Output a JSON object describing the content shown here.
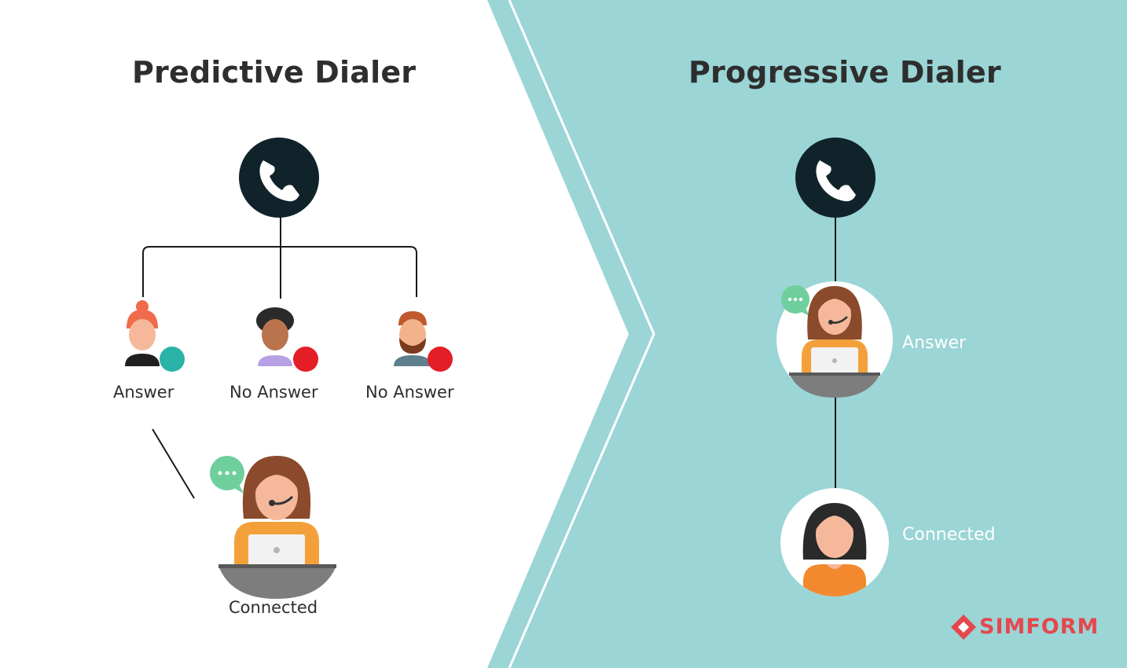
{
  "predictive": {
    "title": "Predictive Dialer",
    "contacts": [
      {
        "label": "Answer",
        "status_color": "#2ab3a6"
      },
      {
        "label": "No Answer",
        "status_color": "#e41e26"
      },
      {
        "label": "No Answer",
        "status_color": "#e41e26"
      }
    ],
    "result_label": "Connected"
  },
  "progressive": {
    "title": "Progressive Dialer",
    "step_answer_label": "Answer",
    "step_connected_label": "Connected"
  },
  "brand": {
    "name": "SIMFORM",
    "color": "#e5474f"
  },
  "colors": {
    "teal_panel": "#9bd5d6",
    "phone_circle": "#11232a",
    "line": "#1a1a1a",
    "answer_status": "#2ab3a6",
    "no_answer_status": "#e41e26",
    "chat_bubble": "#6fcf9c",
    "agent_hair": "#8b4a2b",
    "agent_shirt": "#f3a03b",
    "skin": "#f6b89b",
    "desk": "#7d7d7d"
  }
}
